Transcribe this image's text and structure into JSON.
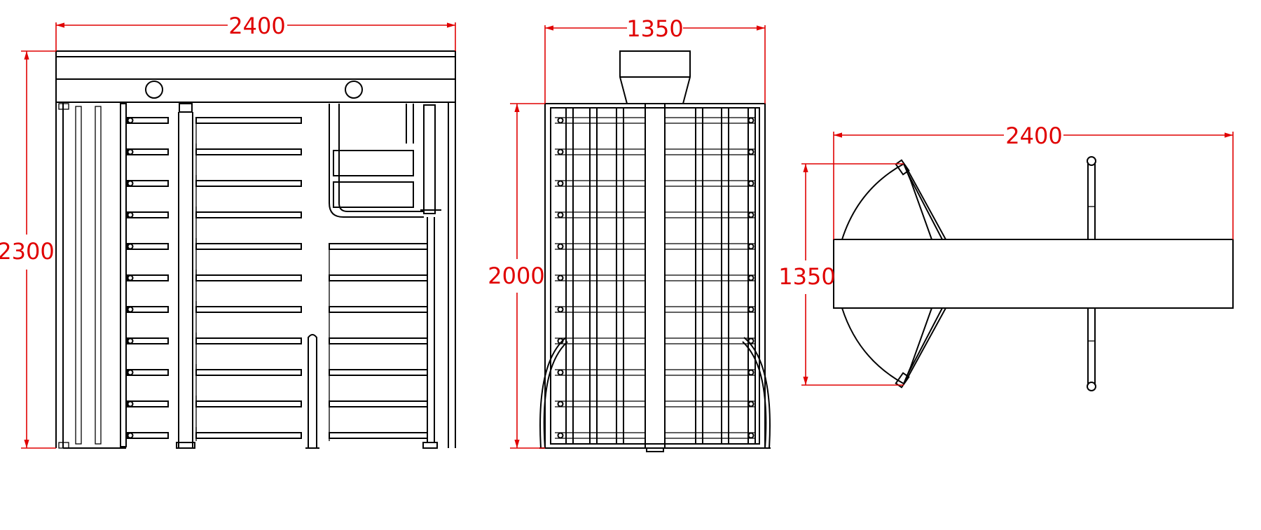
{
  "front_view": {
    "width_label": "2400",
    "height_label": "2300"
  },
  "side_view": {
    "width_label": "1350",
    "height_label": "2000"
  },
  "top_view": {
    "length_label": "2400",
    "depth_label": "1350"
  },
  "colors": {
    "dimension": "#e00000",
    "outline": "#000000"
  }
}
